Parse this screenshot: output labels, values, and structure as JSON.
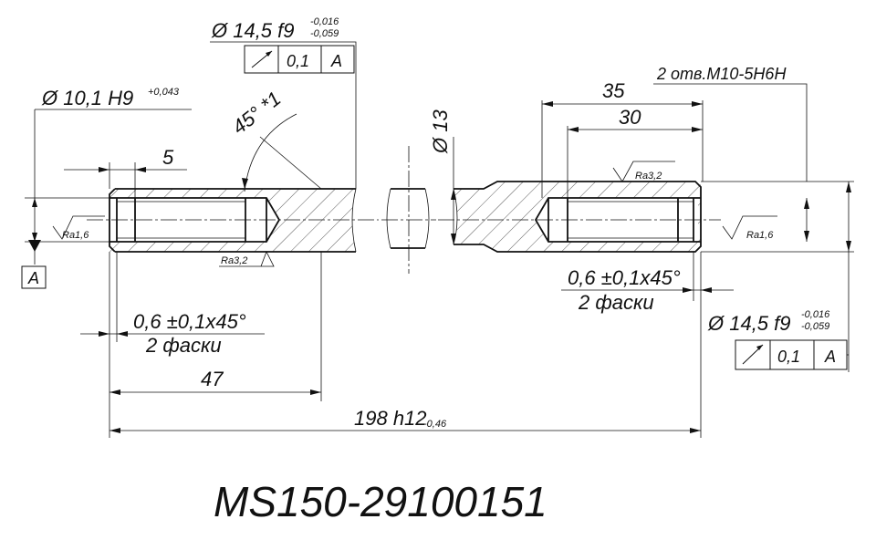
{
  "part_number": "MS150-29100151",
  "dimensions": {
    "bore_left": "Ø 10,1 H9",
    "bore_left_tol": "+0,043",
    "shaft_top": "Ø 14,5 f9",
    "shaft_top_tol_upper": "-0,016",
    "shaft_top_tol_lower": "-0,059",
    "shaft_right": "Ø 14,5 f9",
    "shaft_right_tol_upper": "-0,016",
    "shaft_right_tol_lower": "-0,059",
    "neck_dia": "Ø 13",
    "angle": "45° *1",
    "left_depth": "5",
    "left_length": "47",
    "overall_length": "198 h12",
    "overall_tol": "-0,46",
    "right_35": "35",
    "right_30": "30",
    "holes": "2 отв.M10-5H6H",
    "chamfer_left_1": "0,6 ±0,1x45°",
    "chamfer_left_2": "2 фаски",
    "chamfer_right_1": "0,6 ±0,1x45°",
    "chamfer_right_2": "2 фаски"
  },
  "roughness": {
    "left_end": "Ra1,6",
    "left_hole": "Ra3,2",
    "right_top": "Ra3,2",
    "right_end": "Ra1,6"
  },
  "runout_frames": {
    "top": {
      "tolerance": "0,1",
      "datum": "A"
    },
    "right": {
      "tolerance": "0,1",
      "datum": "A"
    }
  },
  "datum_label": "A"
}
